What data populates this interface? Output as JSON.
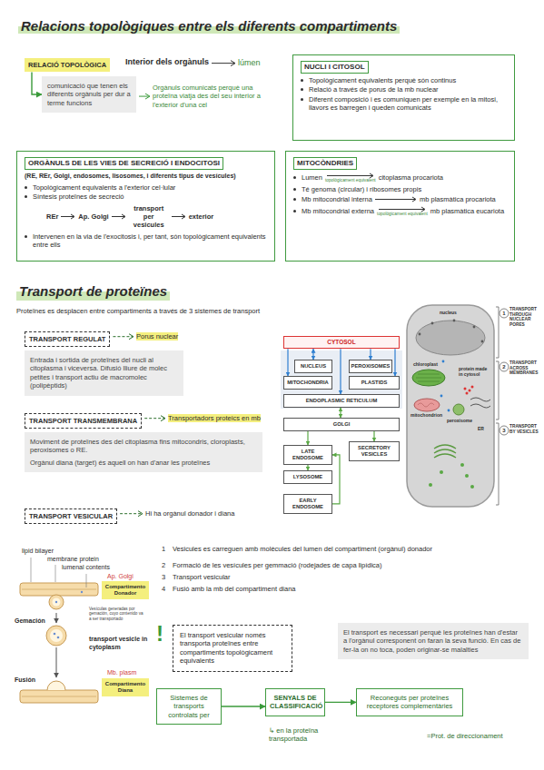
{
  "diagram": {
    "title": "Relacions topològiques entre els diferents compartiments",
    "nodes": [
      {
        "text": [
          "RELACIÓ TOPOLÒGICA"
        ]
      },
      {
        "text": [
          "comunicació que tenen els diferents orgànuls per dur a terme funcions"
        ]
      },
      {
        "text": [
          "NUCLI I CITOSOL",
          "Topològicament equivalents perquè són continus",
          "Relació a través de porus de la mb nuclear",
          "Diferent composició i es comuniquen per exemple en la mitosi, llavors es barregen i queden comunicats"
        ]
      },
      {
        "text": [
          "ORGÀNULS DE LES VIES DE SECRECIÓ I ENDOCITOSI",
          "(RE, REr, Golgi, endosomes, lisosomes, i diferents tipus de vesícules)",
          "Topològicament equivalents a l'exterior cel·lular",
          "Síntesis proteïnes de secreció",
          "REr",
          "Ap. Golgi",
          "transport per vesicules",
          "exterior",
          "Intervenen en la via de l'exocitosis i, per tant, són topològicament equivalents entre ells"
        ]
      },
      {
        "text": [
          "MITOCÒNDRIES",
          "Lumen",
          "citoplasma procariota",
          "topològicament equivalent",
          "Té genoma (circular) i ribosomes propis",
          "Mb mitocondrial interna",
          "mb plasmàtica procariota",
          "Mb mitocondrial externa",
          "mb plasmàtica eucariota",
          "topològicament equivalent"
        ]
      },
      {
        "text": [
          "TRANSPORT REGULAT"
        ]
      },
      {
        "text": [
          "Entrada i sortida de proteïnes del nucli al citoplasma i viceversa. Difusió lliure de molec petites i transport actiu de macromolec (polipèptids)"
        ]
      },
      {
        "text": [
          "TRANSPORT TRANSMEMBRANA"
        ]
      },
      {
        "text": [
          "Moviment de proteïnes des del citoplasma fins mitocondris, cloroplasts, peroxisomes o RE.",
          "Orgànul diana (target) és aquell on han d'anar les proteïnes"
        ]
      },
      {
        "text": [
          "TRANSPORT VESICULAR"
        ]
      },
      {
        "text": [
          "CYTOSOL"
        ]
      },
      {
        "text": [
          "NUCLEUS"
        ]
      },
      {
        "text": [
          "PEROXISOMES"
        ]
      },
      {
        "text": [
          "MITOCHONDRIA"
        ]
      },
      {
        "text": [
          "PLASTIDS"
        ]
      },
      {
        "text": [
          "ENDOPLASMIC RETICULUM"
        ]
      },
      {
        "text": [
          "GOLGI"
        ]
      },
      {
        "text": [
          "LATE ENDOSOME"
        ]
      },
      {
        "text": [
          "SECRETORY VESICLES"
        ]
      },
      {
        "text": [
          "LYSOSOME"
        ]
      },
      {
        "text": [
          "EARLY ENDOSOME"
        ]
      },
      {
        "text": [
          "Compartimento Donador"
        ]
      },
      {
        "text": [
          "Compartimento Diana"
        ]
      },
      {
        "text": [
          "El transport vesicular només transporta proteïnes entre compartiments topològicament equivalents"
        ]
      },
      {
        "text": [
          "El transport es necessari perquè les proteïnes han d'estar a l'orgànul corresponent on faran la seva funció. En cas de fer-la on no toca, poden originar-se malalties"
        ]
      },
      {
        "text": [
          "Sistemes de transports controlats per"
        ]
      },
      {
        "text": [
          "SENYALS DE CLASSIFICACIÓ"
        ]
      },
      {
        "text": [
          "Reconeguts per proteïnes receptores complementàries"
        ]
      }
    ],
    "edges": [
      {
        "from": 0,
        "to": 1,
        "arrow": "to"
      },
      {
        "from": 10,
        "to": 11,
        "arrow": "both"
      },
      {
        "from": 10,
        "to": 12,
        "arrow": "to"
      },
      {
        "from": 10,
        "to": 13,
        "arrow": "to"
      },
      {
        "from": 10,
        "to": 14,
        "arrow": "to"
      },
      {
        "from": 10,
        "to": 15,
        "arrow": "to"
      },
      {
        "from": 15,
        "to": 16,
        "arrow": "both"
      },
      {
        "from": 16,
        "to": 17,
        "arrow": "to"
      },
      {
        "from": 16,
        "to": 18,
        "arrow": "to"
      },
      {
        "from": 17,
        "to": 19,
        "arrow": "to"
      },
      {
        "from": 20,
        "to": 17,
        "arrow": "to"
      },
      {
        "from": 25,
        "to": 26,
        "arrow": "to"
      },
      {
        "from": 26,
        "to": 27,
        "arrow": "to"
      }
    ],
    "labels": [
      "Interior dels orgànuls",
      "lúmen",
      "Orgànuls comunicats perquè una proteïna viatja des del seu interior a l'exterior d'una cel",
      "Transport de proteïnes",
      "Proteïnes es desplacen entre compartiments a través de 3 sistemes de transport",
      "Porus nuclear",
      "Transportadors proteics en mb",
      "Hi ha orgànul donador i diana",
      "nucleus",
      "chloroplast",
      "protein made in cytosol",
      "mitochondrion",
      "peroxisome",
      "ER",
      "1",
      "TRANSPORT THROUGH NUCLEAR PORES",
      "2",
      "TRANSPORT ACROSS MEMBRANES",
      "3",
      "TRANSPORT BY VESICLES",
      "lipid bilayer",
      "membrane protein",
      "lumenal contents",
      "Ap. Golgi",
      "Gemación",
      "Vesículas generadas por gemación, cuyo contenido va a ser transportado",
      "transport vesicle in cytoplasm",
      "Fusión",
      "Mb. plasm",
      "1",
      "Vesicules es carreguen amb molècules del lumen del compartiment (orgànul) donador",
      "2",
      "Formació de les vesícules per gemmació (rodejades de capa lipídica)",
      "3",
      "Transport vesicular",
      "4",
      "Fusió amb la mb del compartiment diana",
      "!",
      "↳ en la proteïna transportada",
      "=Prot. de direccionament"
    ]
  }
}
